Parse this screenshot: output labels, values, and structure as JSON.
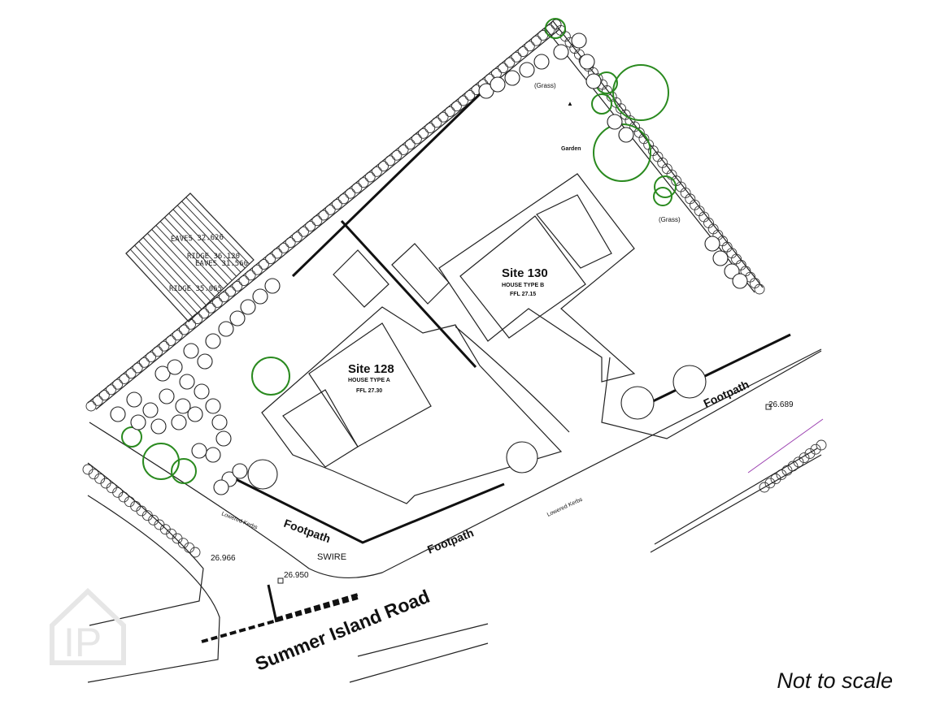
{
  "sites": [
    {
      "name": "Site 128",
      "house_type": "HOUSE TYPE  A",
      "ffl": "FFL 27.30"
    },
    {
      "name": "Site 130",
      "house_type": "HOUSE TYPE  B",
      "ffl": "FFL 27.15"
    }
  ],
  "labels": {
    "grass_top": "(Grass)",
    "grass_right": "(Grass)",
    "garden": "Garden",
    "eaves1": "EAVES 32.626",
    "ridge1": "RIDGE 36.120",
    "eaves2": "EAVES 31.560",
    "ridge2": "RIDGE 35.065",
    "footpath_left": "Footpath",
    "footpath_mid": "Footpath",
    "footpath_right": "Footpath",
    "lowered_kerbs_left": "Lowered Kerbs",
    "lowered_kerbs_right": "Lowered Kerbs",
    "swire": "SWIRE",
    "level1": "26.966",
    "level2": "26.950",
    "level3": "26.689",
    "road": "Summer Island Road",
    "note": "Not to scale"
  },
  "colors": {
    "trees": "#2a8a1f",
    "lines": "#222222",
    "boundary": "#9b3fb0"
  },
  "icons": {
    "watermark": "logo-watermark-icon"
  }
}
